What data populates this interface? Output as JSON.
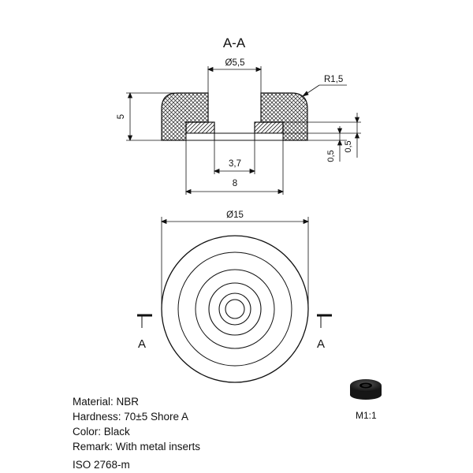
{
  "section_title": "A-A",
  "dimensions": {
    "hole_diameter": "Ø5,5",
    "radius": "R1,5",
    "height": "5",
    "insert_bore": "3,7",
    "insert_width": "8",
    "offset_a": "0,5",
    "offset_b": "0,5",
    "outer_diameter": "Ø15"
  },
  "section_marks": {
    "left": "A",
    "right": "A"
  },
  "specs": {
    "material": "Material: NBR",
    "hardness": "Hardness: 70±5 Shore A",
    "color": "Color: Black",
    "remark": "Remark: With metal inserts",
    "standard": "ISO 2768-m"
  },
  "scale_label": "M1:1",
  "colors": {
    "line": "#111111",
    "background": "#ffffff",
    "photo_rubber": "#1c1c1c"
  }
}
